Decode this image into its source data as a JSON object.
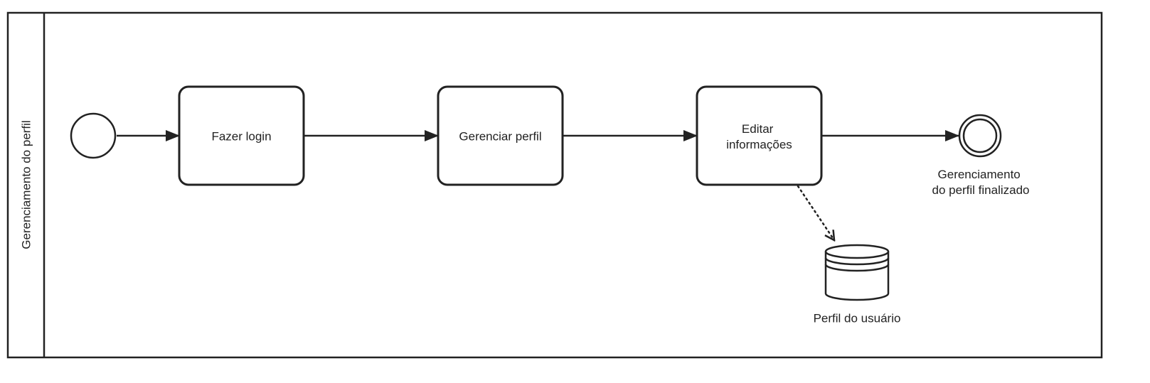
{
  "pool": {
    "lane_label": "Gerenciamento do perfil"
  },
  "start_event": {
    "type": "start"
  },
  "tasks": [
    {
      "label": "Fazer login"
    },
    {
      "label": "Gerenciar perfil"
    },
    {
      "label_lines": [
        "Editar",
        "informações"
      ]
    }
  ],
  "end_event": {
    "type": "end",
    "caption_lines": [
      "Gerenciamento",
      "do perfil finalizado"
    ]
  },
  "data_store": {
    "caption": "Perfil do usuário"
  },
  "flows": [
    {
      "from": "start-event",
      "to": "task-fazer-login",
      "type": "sequence"
    },
    {
      "from": "task-fazer-login",
      "to": "task-gerenciar-perfil",
      "type": "sequence"
    },
    {
      "from": "task-gerenciar-perfil",
      "to": "task-editar-informacoes",
      "type": "sequence"
    },
    {
      "from": "task-editar-informacoes",
      "to": "end-event",
      "type": "sequence"
    },
    {
      "from": "task-editar-informacoes",
      "to": "data-store-perfil",
      "type": "data-association"
    }
  ],
  "colors": {
    "stroke": "#222222",
    "background": "#ffffff"
  }
}
